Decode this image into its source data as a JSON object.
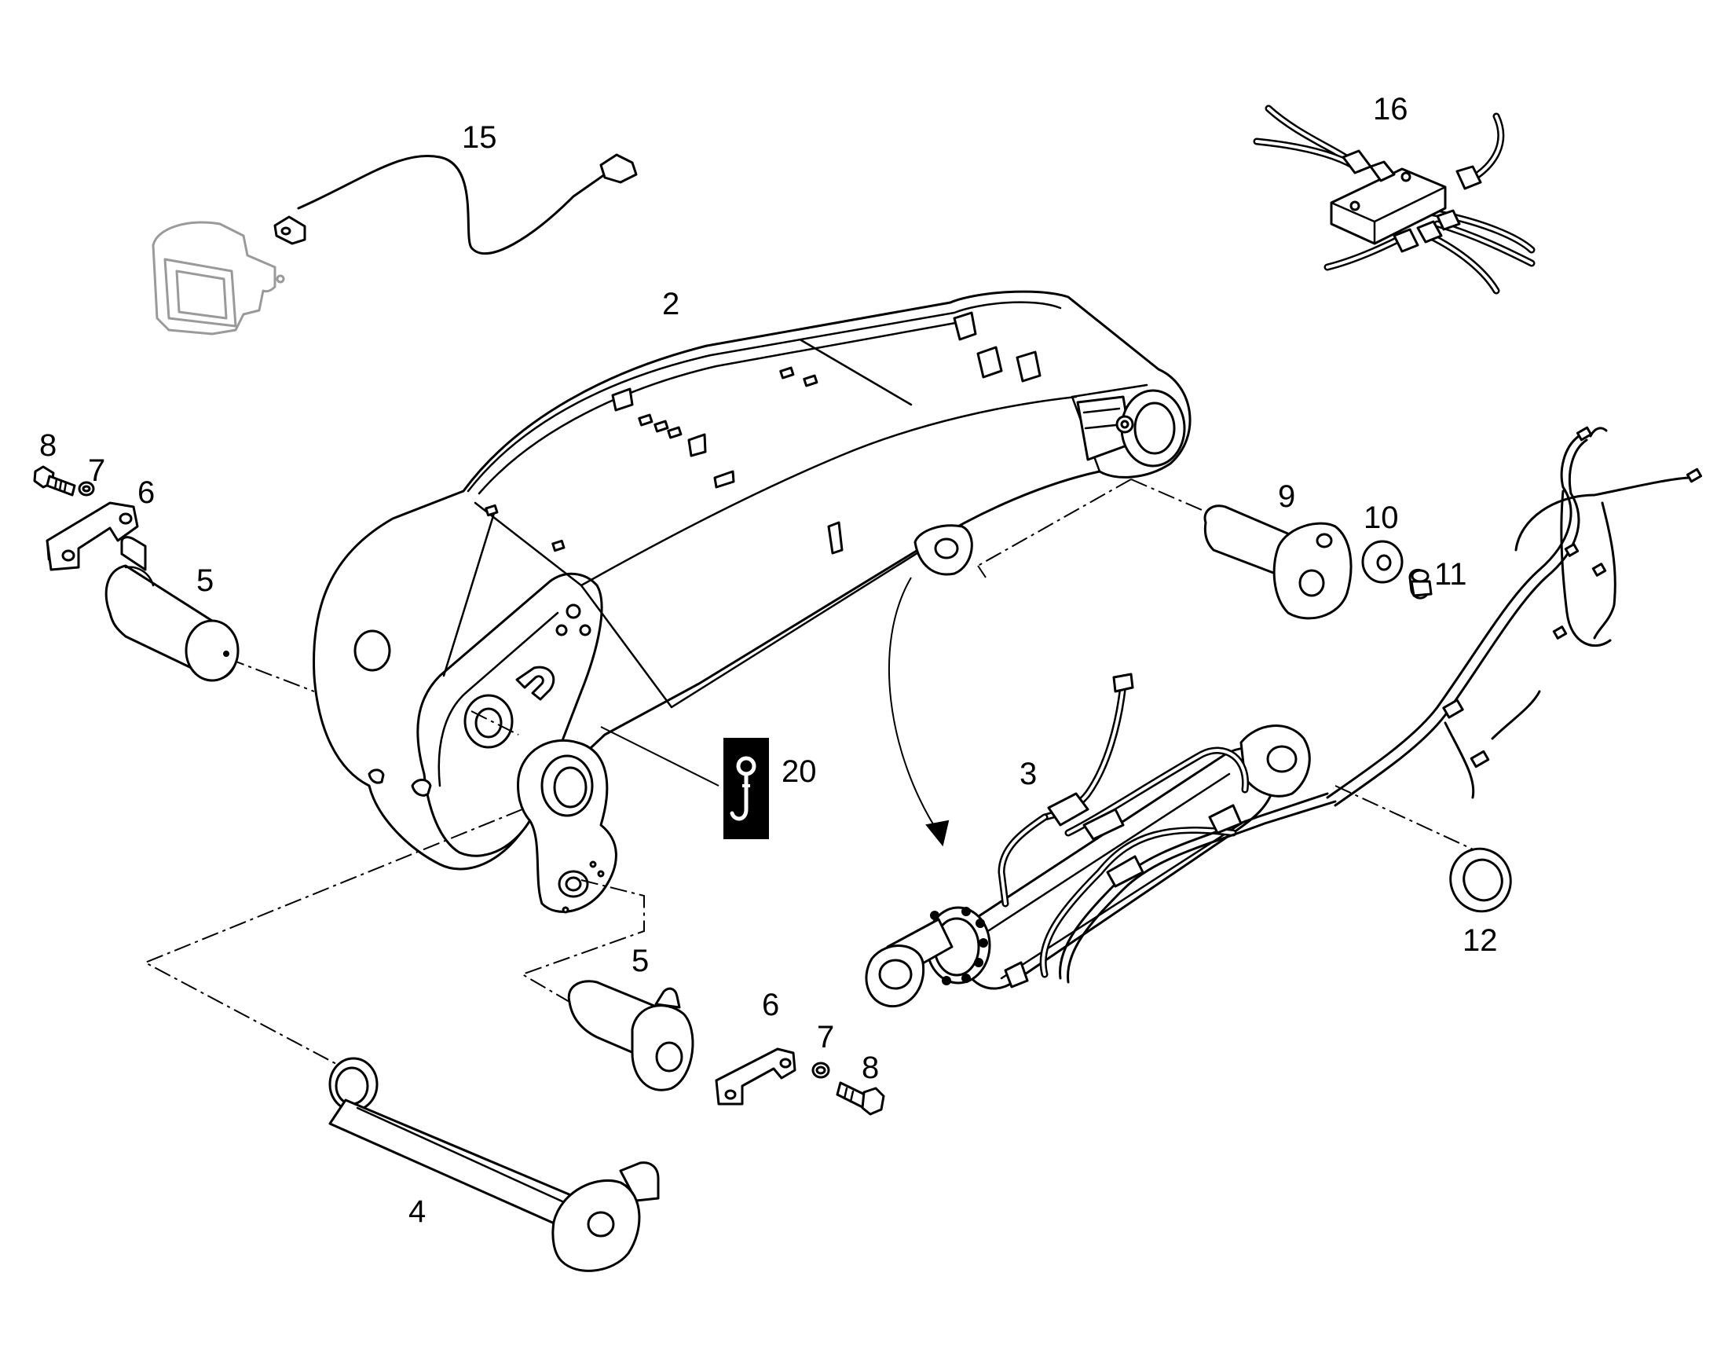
{
  "callouts": {
    "c2": "2",
    "c3": "3",
    "c4": "4",
    "c5a": "5",
    "c5b": "5",
    "c6a": "6",
    "c6b": "6",
    "c7a": "7",
    "c7b": "7",
    "c8a": "8",
    "c8b": "8",
    "c9": "9",
    "c10": "10",
    "c11": "11",
    "c12": "12",
    "c15": "15",
    "c16": "16",
    "c20": "20"
  },
  "colors": {
    "line": "#000000",
    "background": "#ffffff",
    "faded_part": "#9a9a9a"
  },
  "icons": {
    "lifting_label": "crane-hook-icon"
  }
}
